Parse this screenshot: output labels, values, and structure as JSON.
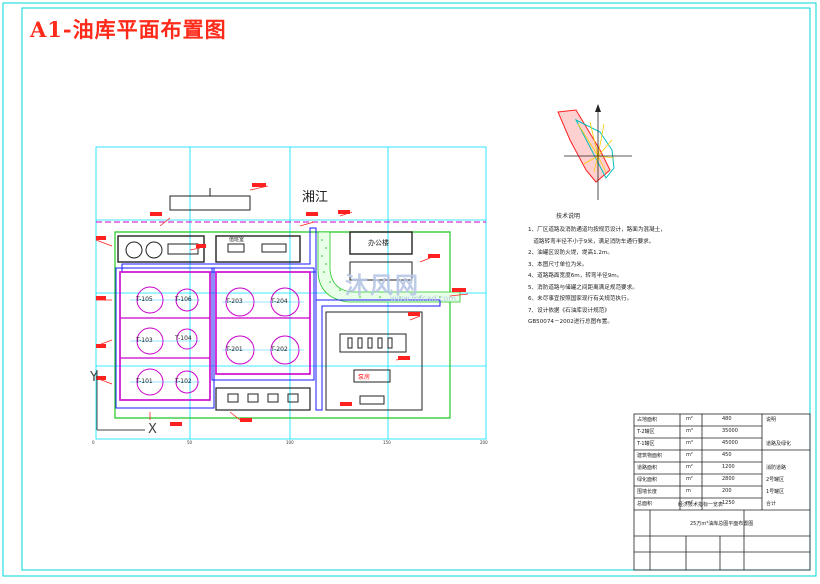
{
  "title": "A1-油库平面布置图",
  "river_label": "湘江",
  "tanks": [
    "T-105",
    "T-106",
    "T-103",
    "T-104",
    "T-101",
    "T-102",
    "T-203",
    "T-204",
    "T-201",
    "T-202"
  ],
  "building_label": "办公楼",
  "pump_label": "泵房",
  "office_small": "值班室",
  "notes_title": "技术说明",
  "notes": [
    "1、厂区道路及消防通道均按规范设计，路面为混凝土，",
    "   道路转弯半径不小于9米，满足消防车通行要求。",
    "2、油罐区设防火堤，堤高1.2m。",
    "3、本图尺寸单位为米。",
    "4、道路路面宽度6m，转弯半径9m。",
    "5、消防道路与储罐之间距离满足规范要求。",
    "6、未尽事宜按照国家现行有关规范执行。",
    "7、设计依据《石油库设计规范》",
    "GB50074－2002进行总图布置。"
  ],
  "table": {
    "rows": [
      {
        "name": "占地面积",
        "unit": "m²",
        "value": "480",
        "note": "说明"
      },
      {
        "name": "T-2罐区",
        "unit": "m³",
        "value": "35000",
        "note": ""
      },
      {
        "name": "T-1罐区",
        "unit": "m³",
        "value": "45000",
        "note": "道路及绿化"
      },
      {
        "name": "建筑物面积",
        "unit": "m²",
        "value": "450",
        "note": ""
      },
      {
        "name": "道路面积",
        "unit": "m²",
        "value": "1200",
        "note": "消防道路"
      },
      {
        "name": "绿化面积",
        "unit": "m²",
        "value": "2800",
        "note": "2号罐区"
      },
      {
        "name": "围墙长度",
        "unit": "m",
        "value": "200",
        "note": "1号罐区"
      },
      {
        "name": "总面积",
        "unit": "m²",
        "value": "1250",
        "note": "合计"
      }
    ],
    "footer": "经济技术指标一览表",
    "project": "25万m³油库总图平面布置图"
  },
  "watermark": "沐风网",
  "watermark_url": "www.mfcad.com",
  "axis_y": "Y",
  "axis_x": "X"
}
